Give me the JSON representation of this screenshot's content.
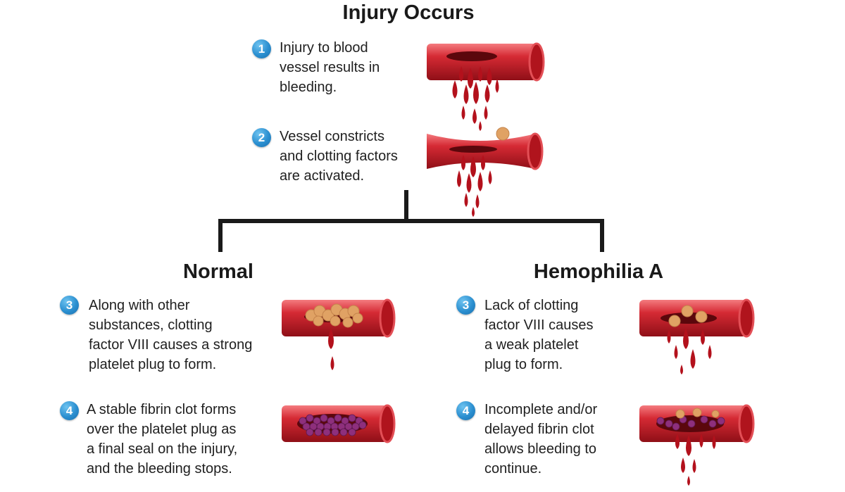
{
  "title": "Injury Occurs",
  "branches": {
    "normal": {
      "heading": "Normal"
    },
    "hemophilia": {
      "heading": "Hemophilia A"
    }
  },
  "steps": [
    {
      "number": "1",
      "text": "Injury to blood\nvessel results in\nbleeding."
    },
    {
      "number": "2",
      "text": "Vessel constricts\nand clotting factors\nare activated."
    },
    {
      "number": "3",
      "text": "Along with other\nsubstances, clotting\nfactor VIII causes a strong\nplatelet plug to form."
    },
    {
      "number": "4",
      "text": "A stable fibrin clot forms\nover the platelet plug as\na final seal on the injury,\nand the bleeding stops."
    },
    {
      "number": "3",
      "text": "Lack of clotting\nfactor VIII causes\na weak platelet\nplug to form."
    },
    {
      "number": "4",
      "text": "Incomplete and/or\ndelayed fibrin clot\nallows bleeding to\ncontinue."
    }
  ],
  "colors": {
    "vessel": "#c8202a",
    "vessel_highlight": "#f06a6f",
    "blood": "#b3111c",
    "platelet": "#e0a264",
    "fibrin": "#8e2f7c",
    "badge": "#2b8fd0"
  }
}
